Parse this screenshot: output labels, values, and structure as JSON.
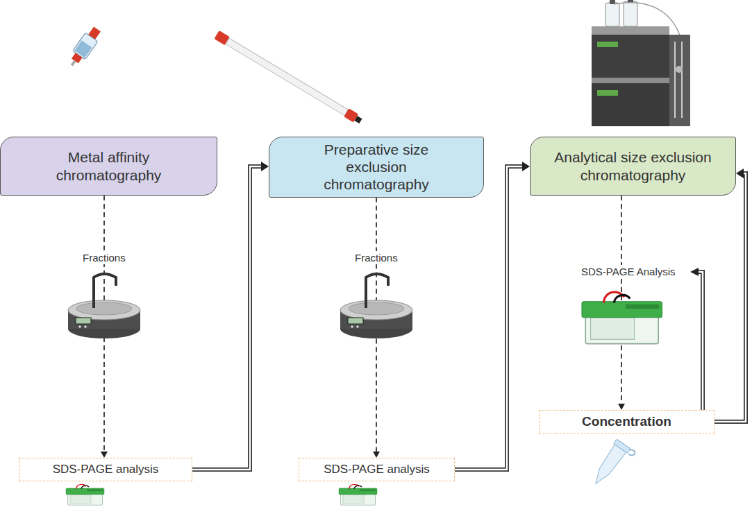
{
  "diagram": {
    "nodes": [
      {
        "text": [
          "Metal affinity chromatography"
        ]
      },
      {
        "text": [
          "SDS-PAGE analysis"
        ]
      },
      {
        "text": [
          "Preparative size exclusion chromatography"
        ]
      },
      {
        "text": [
          "SDS-PAGE analysis"
        ]
      },
      {
        "text": [
          "Analytical size exclusion chromatography"
        ]
      },
      {
        "text": [
          "Concentration"
        ]
      }
    ],
    "edges": [
      {
        "from": 0,
        "to": 1,
        "arrow": "to"
      },
      {
        "from": 1,
        "to": 2,
        "arrow": "to"
      },
      {
        "from": 2,
        "to": 3,
        "arrow": "to"
      },
      {
        "from": 3,
        "to": 4,
        "arrow": "to"
      },
      {
        "from": 4,
        "to": 5,
        "arrow": "to"
      },
      {
        "from": 5,
        "to": 4,
        "arrow": "to"
      }
    ],
    "labels": [
      "Fractions",
      "Fractions",
      "SDS-PAGE Analysis"
    ]
  }
}
